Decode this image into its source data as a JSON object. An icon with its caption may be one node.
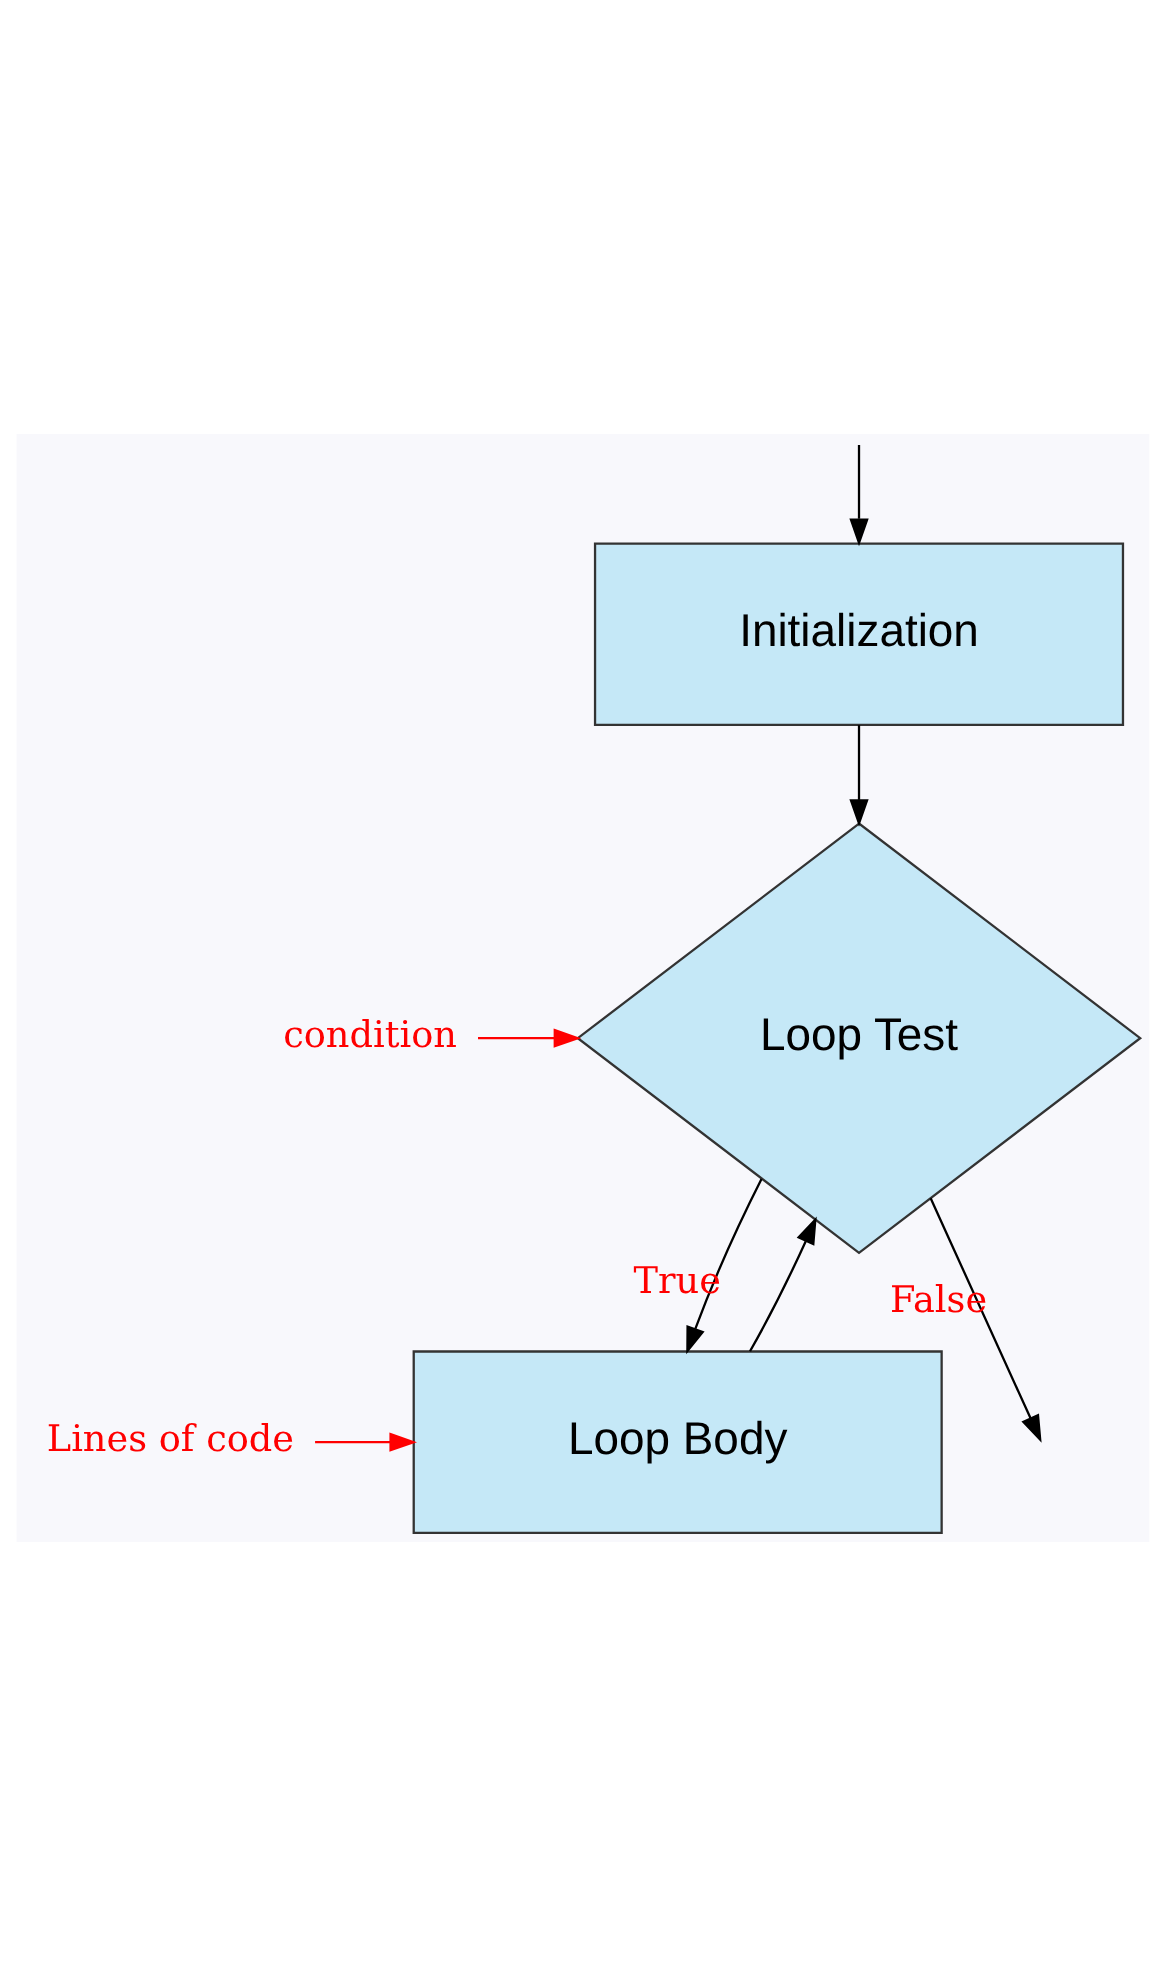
{
  "diagram": {
    "nodes": [
      {
        "text": [
          "Initialization"
        ]
      },
      {
        "text": [
          "Loop Test"
        ]
      },
      {
        "text": [
          "Loop Body"
        ]
      },
      {
        "text": [
          "condition"
        ]
      },
      {
        "text": [
          "Lines of code"
        ]
      }
    ],
    "edges": [
      {
        "from": null,
        "to": 0,
        "arrow": "to"
      },
      {
        "from": 0,
        "to": 1,
        "arrow": "to"
      },
      {
        "from": 1,
        "to": 2,
        "arrow": "to",
        "label": "True"
      },
      {
        "from": 2,
        "to": 1,
        "arrow": "to"
      },
      {
        "from": 1,
        "to": null,
        "arrow": "to",
        "label": "False"
      },
      {
        "from": 3,
        "to": 1,
        "arrow": "to",
        "color": "#ff0000"
      },
      {
        "from": 4,
        "to": 2,
        "arrow": "to",
        "color": "#ff0000"
      }
    ]
  }
}
